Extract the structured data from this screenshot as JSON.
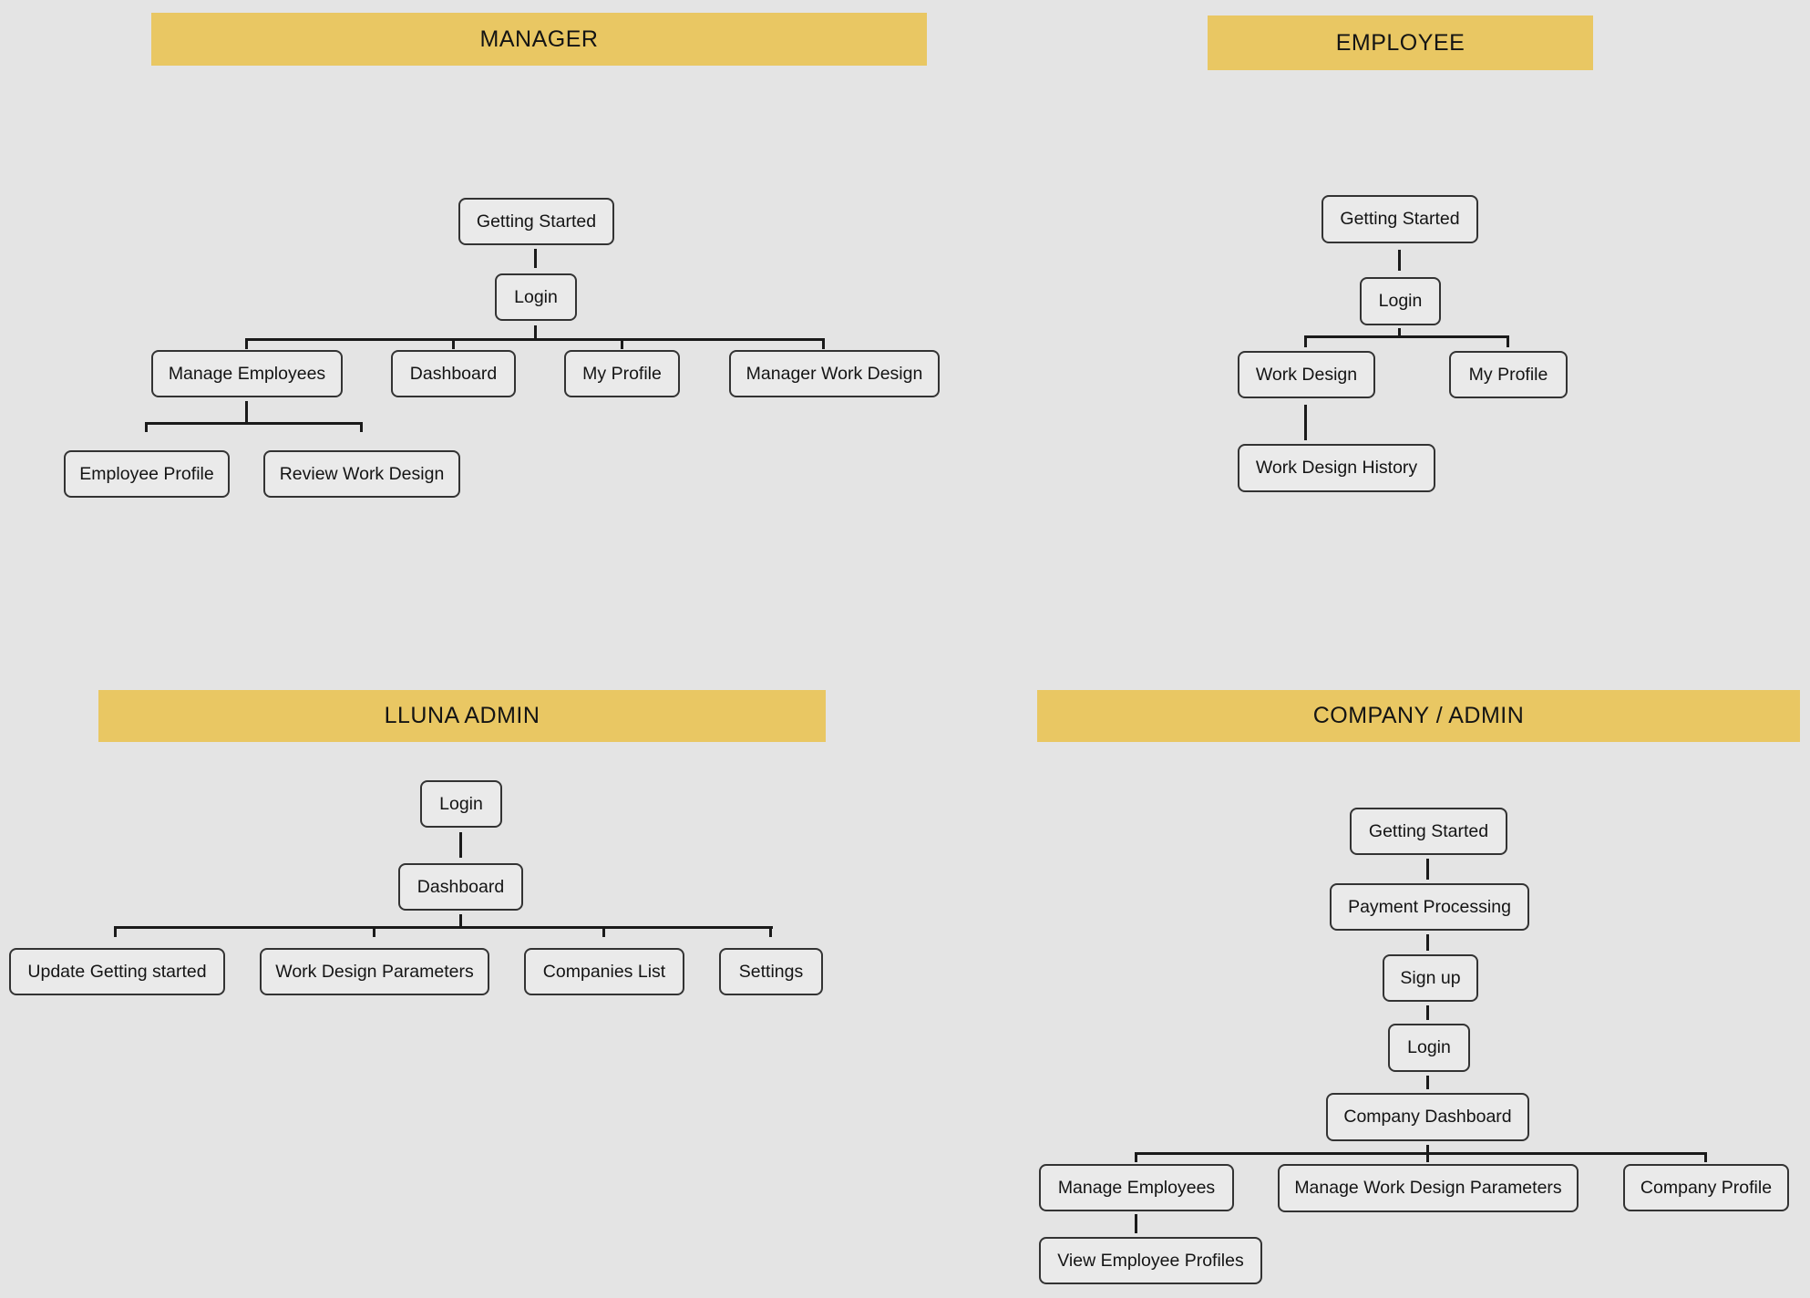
{
  "style": {
    "page_background": "#e4e4e4",
    "header_background": "#e9c763",
    "header_text_color": "#141414",
    "node_background": "#eaeaea",
    "node_border_color": "#333333",
    "node_text_color": "#141414",
    "connector_color": "#1a1a1a"
  },
  "sections": {
    "manager": {
      "title": "MANAGER",
      "nodes": {
        "getting_started": "Getting Started",
        "login": "Login",
        "manage_employees": "Manage Employees",
        "dashboard": "Dashboard",
        "my_profile": "My Profile",
        "manager_work_design": "Manager Work Design",
        "employee_profile": "Employee Profile",
        "review_work_design": "Review Work Design"
      }
    },
    "employee": {
      "title": "EMPLOYEE",
      "nodes": {
        "getting_started": "Getting Started",
        "login": "Login",
        "work_design": "Work Design",
        "my_profile": "My Profile",
        "work_design_history": "Work Design History"
      }
    },
    "lluna_admin": {
      "title": "LLUNA ADMIN",
      "nodes": {
        "login": "Login",
        "dashboard": "Dashboard",
        "update_getting_started": "Update Getting started",
        "work_design_parameters": "Work Design Parameters",
        "companies_list": "Companies List",
        "settings": "Settings"
      }
    },
    "company_admin": {
      "title": "COMPANY / ADMIN",
      "nodes": {
        "getting_started": "Getting Started",
        "payment_processing": "Payment Processing",
        "sign_up": "Sign up",
        "login": "Login",
        "company_dashboard": "Company Dashboard",
        "manage_employees": "Manage Employees",
        "manage_work_design_parameters": "Manage Work Design Parameters",
        "company_profile": "Company Profile",
        "view_employee_profiles": "View Employee Profiles"
      }
    }
  }
}
